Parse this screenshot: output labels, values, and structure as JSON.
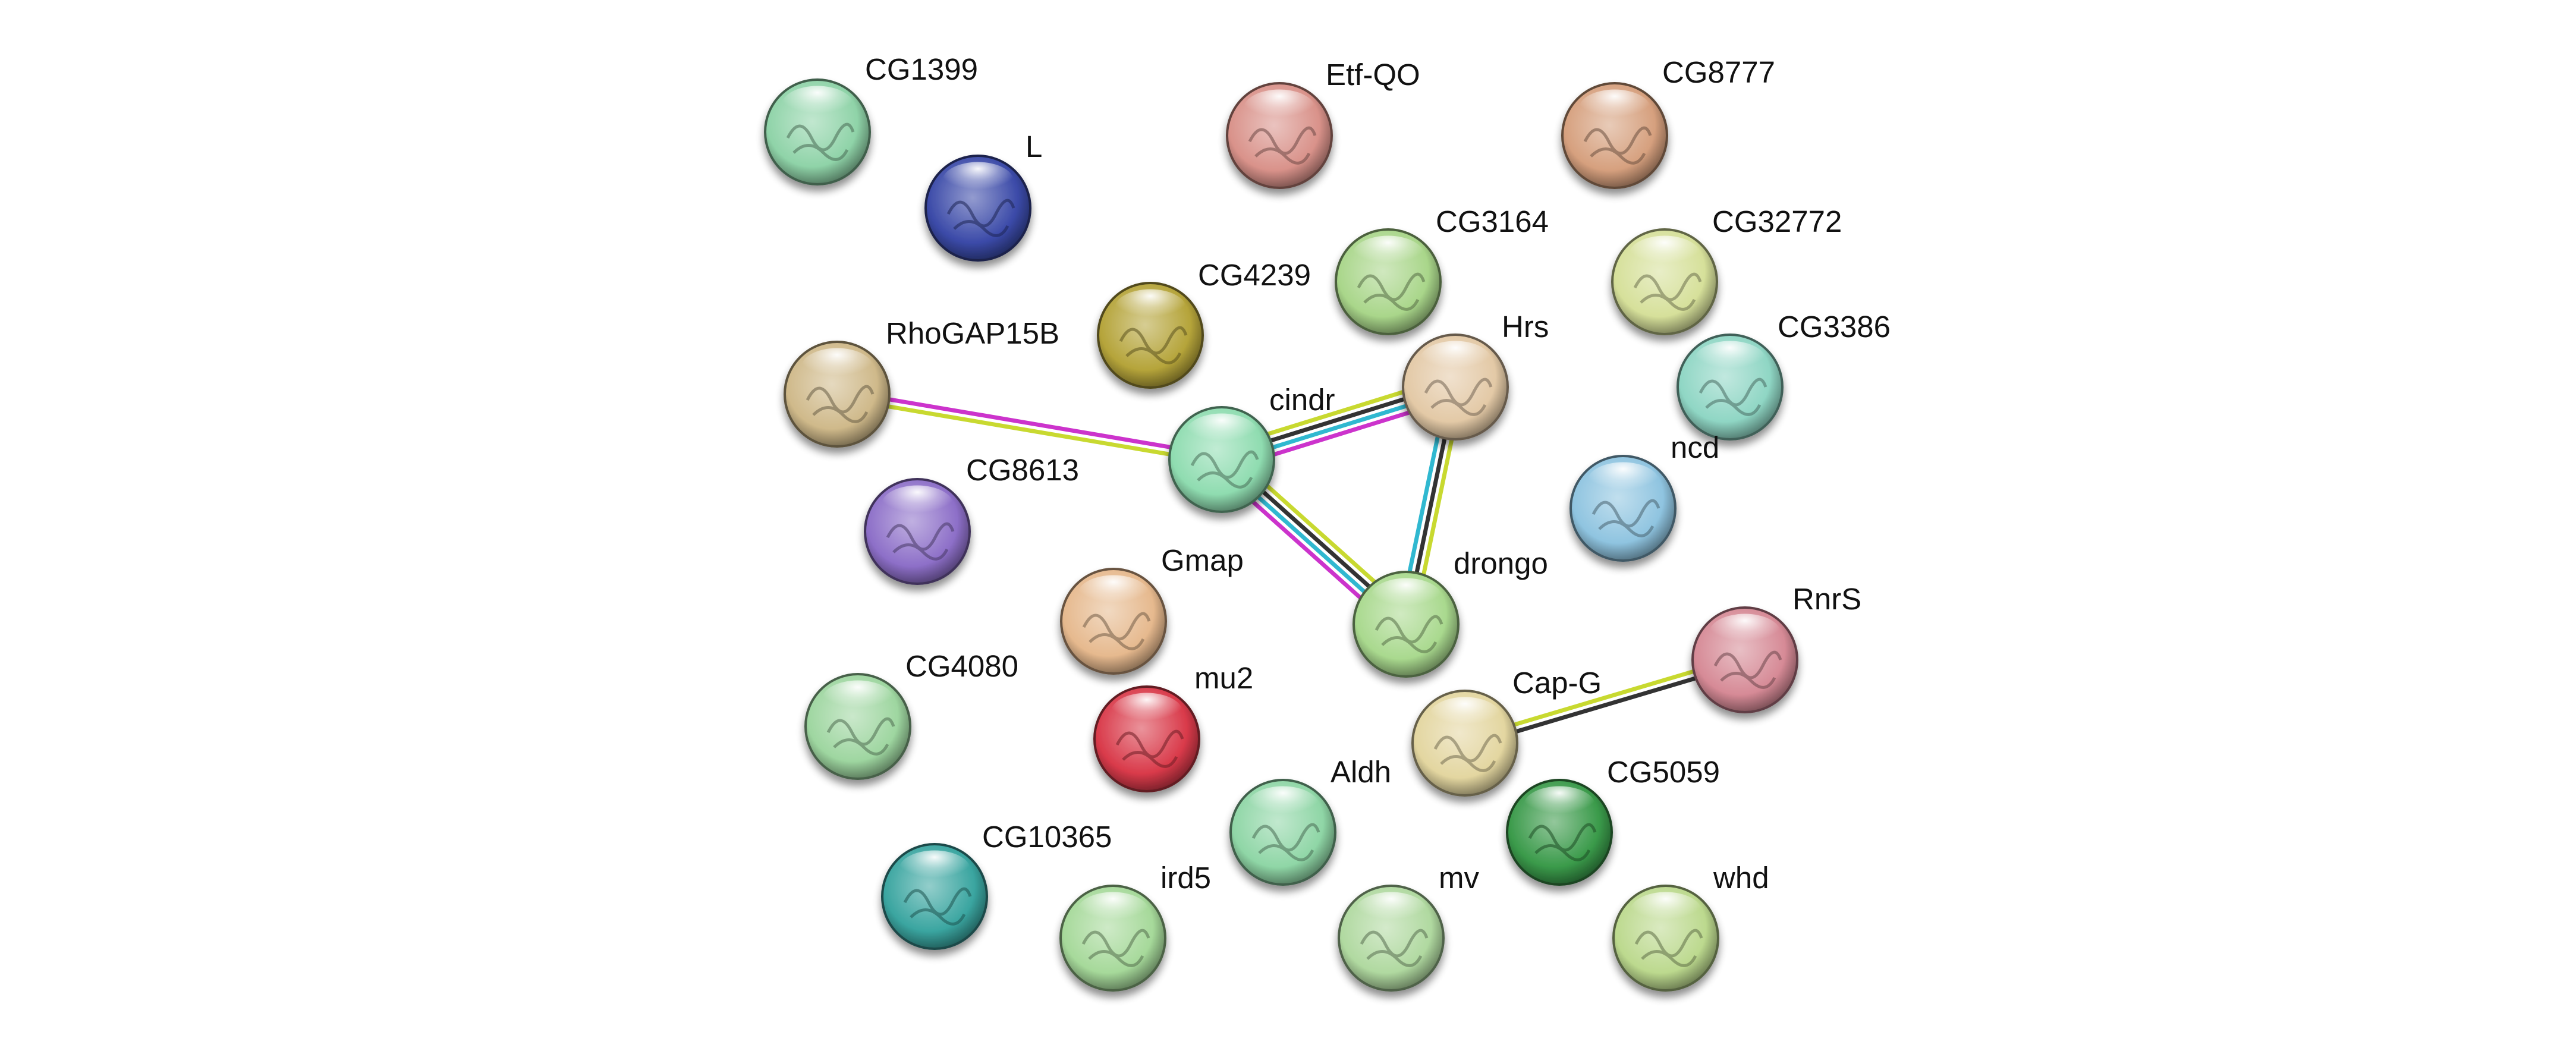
{
  "nodes": [
    {
      "id": "CG1399",
      "label": "CG1399",
      "color": "#8fd3a8"
    },
    {
      "id": "L",
      "label": "L",
      "color": "#3b4aa8"
    },
    {
      "id": "Etf-QO",
      "label": "Etf-QO",
      "color": "#d9928a"
    },
    {
      "id": "CG8777",
      "label": "CG8777",
      "color": "#d6a07e"
    },
    {
      "id": "CG3164",
      "label": "CG3164",
      "color": "#a9d68a"
    },
    {
      "id": "CG32772",
      "label": "CG32772",
      "color": "#d6e09a"
    },
    {
      "id": "CG4239",
      "label": "CG4239",
      "color": "#b5a43a"
    },
    {
      "id": "RhoGAP15B",
      "label": "RhoGAP15B",
      "color": "#cfb98a"
    },
    {
      "id": "Hrs",
      "label": "Hrs",
      "color": "#e3c9a6"
    },
    {
      "id": "cindr",
      "label": "cindr",
      "color": "#8fdcb0"
    },
    {
      "id": "CG3386",
      "label": "CG3386",
      "color": "#8fd6c4"
    },
    {
      "id": "CG8613",
      "label": "CG8613",
      "color": "#8d6fc8"
    },
    {
      "id": "ncd",
      "label": "ncd",
      "color": "#8fc4e0"
    },
    {
      "id": "Gmap",
      "label": "Gmap",
      "color": "#e6b98e"
    },
    {
      "id": "drongo",
      "label": "drongo",
      "color": "#a9d98e"
    },
    {
      "id": "RnrS",
      "label": "RnrS",
      "color": "#d68a96"
    },
    {
      "id": "CG4080",
      "label": "CG4080",
      "color": "#9ed6a0"
    },
    {
      "id": "mu2",
      "label": "mu2",
      "color": "#d93a4a"
    },
    {
      "id": "Cap-G",
      "label": "Cap-G",
      "color": "#e3d6a0"
    },
    {
      "id": "Aldh",
      "label": "Aldh",
      "color": "#8fd6a6"
    },
    {
      "id": "CG5059",
      "label": "CG5059",
      "color": "#3a9a4a"
    },
    {
      "id": "CG10365",
      "label": "CG10365",
      "color": "#3aa5a0"
    },
    {
      "id": "ird5",
      "label": "ird5",
      "color": "#a6d99a"
    },
    {
      "id": "mv",
      "label": "mv",
      "color": "#b0d9a0"
    },
    {
      "id": "whd",
      "label": "whd",
      "color": "#bcd98e"
    }
  ],
  "edges": [
    {
      "source": "RhoGAP15B",
      "target": "cindr",
      "colors": [
        "#cc33cc",
        "#c8d930"
      ]
    },
    {
      "source": "cindr",
      "target": "Hrs",
      "colors": [
        "#c8d930",
        "#333333",
        "#30b8d0",
        "#cc33cc"
      ]
    },
    {
      "source": "cindr",
      "target": "drongo",
      "colors": [
        "#c8d930",
        "#333333",
        "#30b8d0",
        "#cc33cc"
      ]
    },
    {
      "source": "Hrs",
      "target": "drongo",
      "colors": [
        "#c8d930",
        "#333333",
        "#30b8d0"
      ]
    },
    {
      "source": "Cap-G",
      "target": "RnrS",
      "colors": [
        "#c8d930",
        "#333333"
      ]
    }
  ]
}
